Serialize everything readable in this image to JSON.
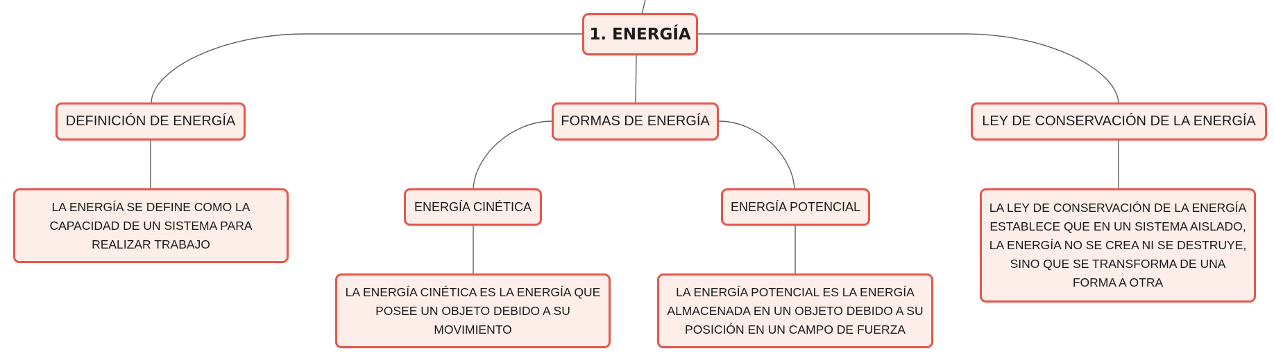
{
  "map": {
    "root": "1. ENERGÍA",
    "definition": {
      "title": "DEFINICIÓN DE ENERGÍA",
      "detail": "LA ENERGÍA SE DEFINE COMO LA CAPACIDAD DE UN SISTEMA PARA REALIZAR TRABAJO"
    },
    "forms": {
      "title": "FORMAS DE ENERGÍA",
      "kinetic": {
        "title": "ENERGÍA CINÉTICA",
        "detail": "LA ENERGÍA CINÉTICA ES LA ENERGÍA QUE POSEE UN OBJETO DEBIDO A SU MOVIMIENTO"
      },
      "potential": {
        "title": "ENERGÍA POTENCIAL",
        "detail": "LA ENERGÍA POTENCIAL ES LA ENERGÍA ALMACENADA EN UN OBJETO DEBIDO A SU POSICIÓN EN UN CAMPO DE FUERZA"
      }
    },
    "conservation": {
      "title": "LEY DE CONSERVACIÓN DE LA ENERGÍA",
      "detail": "LA LEY DE CONSERVACIÓN DE LA ENERGÍA ESTABLECE QUE EN UN SISTEMA AISLADO, LA ENERGÍA NO SE CREA NI SE DESTRUYE, SINO QUE SE TRANSFORMA DE UNA FORMA A OTRA"
    }
  },
  "colors": {
    "node_fill": "#fdeee9",
    "node_border": "#e4574c",
    "connector": "#5f5f5f",
    "text": "#1b1b1b"
  }
}
